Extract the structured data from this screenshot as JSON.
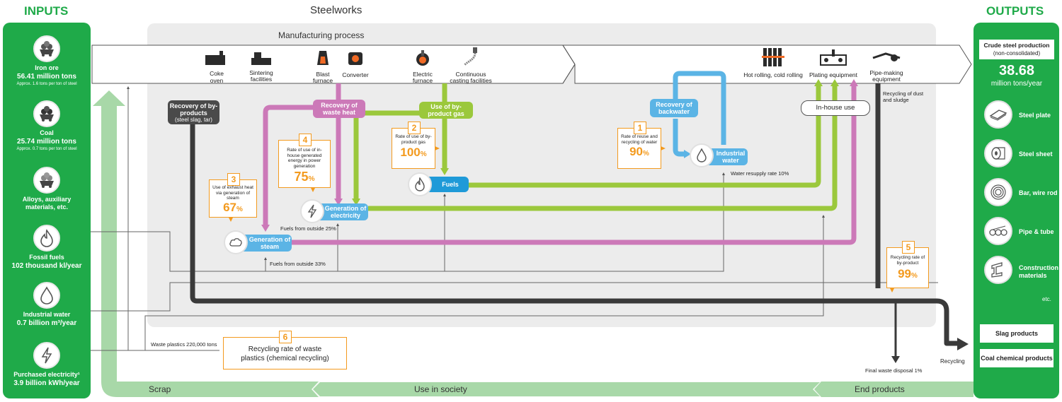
{
  "headers": {
    "inputs": "INPUTS",
    "steelworks": "Steelworks",
    "outputs": "OUTPUTS",
    "manufacturing": "Manufacturing process"
  },
  "inputs": [
    {
      "name": "Iron ore",
      "value": "56.41 million tons",
      "sub": "Approx. 1.6 tons per ton of steel",
      "icon": "iron-ore-icon"
    },
    {
      "name": "Coal",
      "value": "25.74 million tons",
      "sub": "Approx. 0.7 tons per ton of steel",
      "icon": "coal-icon"
    },
    {
      "name": "Alloys, auxiliary materials, etc.",
      "value": "",
      "sub": "",
      "icon": "alloys-icon"
    },
    {
      "name": "Fossil fuels",
      "value": "102 thousand kl/year",
      "sub": "",
      "icon": "flame-icon"
    },
    {
      "name": "Industrial water",
      "value": "0.7 billion m³/year",
      "sub": "",
      "icon": "water-drop-icon"
    },
    {
      "name": "Purchased electricity¹",
      "value": "3.9 billion kWh/year",
      "sub": "",
      "icon": "lightning-icon"
    }
  ],
  "process_steps": [
    {
      "label": "Coke oven",
      "icon": "coke-oven-icon"
    },
    {
      "label": "Sintering facilities",
      "icon": "sintering-icon"
    },
    {
      "label": "Blast furnace",
      "icon": "blast-furnace-icon"
    },
    {
      "label": "Converter",
      "icon": "converter-icon"
    },
    {
      "label": "Electric furnace",
      "icon": "electric-furnace-icon"
    },
    {
      "label": "Continuous casting facilities",
      "icon": "continuous-casting-icon"
    },
    {
      "label": "Hot rolling, cold rolling",
      "icon": "rolling-icon"
    },
    {
      "label": "Plating equipment",
      "icon": "plating-icon"
    },
    {
      "label": "Pipe-making equipment",
      "icon": "pipe-making-icon"
    }
  ],
  "nodes": {
    "recovery_byproducts": {
      "title": "Recovery of by-products",
      "sub": "(steel slag, tar)"
    },
    "recovery_waste_heat": "Recovery of waste heat",
    "use_byproduct_gas": "Use of by-product gas",
    "recovery_backwater": "Recovery of backwater",
    "industrial_water": "Industrial water",
    "fuels": "Fuels",
    "generation_electricity": "Generation of electricity",
    "generation_steam": "Generation of steam",
    "in_house_use": "In-house use"
  },
  "metrics": [
    {
      "num": "1",
      "text": "Rate of reuse and recycling of water",
      "value": "90",
      "unit": "%"
    },
    {
      "num": "2",
      "text": "Rate of use of by-product gas",
      "value": "100",
      "unit": "%"
    },
    {
      "num": "3",
      "text": "Use of exhaust heat via generation of steam",
      "value": "67",
      "unit": "%"
    },
    {
      "num": "4",
      "text": "Rate of use of in-house generated energy in power generation",
      "value": "75",
      "unit": "%"
    },
    {
      "num": "5",
      "text": "Recycling rate of by-product",
      "value": "99",
      "unit": "%"
    },
    {
      "num": "6",
      "text": "Recycling rate of waste plastics (chemical recycling)",
      "value": "",
      "unit": ""
    }
  ],
  "notes": {
    "water_resupply": "Water resupply rate 10%",
    "fuels_outside_25": "Fuels from outside 25%",
    "fuels_outside_33": "Fuels from outside 33%",
    "waste_plastics": "Waste plastics 220,000 tons",
    "recycling_dust": "Recycling of dust and sludge",
    "final_waste": "Final waste disposal 1%",
    "recycling": "Recycling"
  },
  "bottom": {
    "scrap": "Scrap",
    "use_in_society": "Use in society",
    "end_products": "End products"
  },
  "outputs": {
    "title": "Crude steel production",
    "subtitle": "(non-consolidated)",
    "value": "38.68",
    "unit": "million tons/year",
    "products": [
      {
        "label": "Steel plate",
        "icon": "steel-plate-icon"
      },
      {
        "label": "Steel sheet",
        "icon": "steel-sheet-icon"
      },
      {
        "label": "Bar, wire rod",
        "icon": "wire-rod-icon"
      },
      {
        "label": "Pipe & tube",
        "icon": "pipe-tube-icon"
      },
      {
        "label": "Construction materials",
        "icon": "construction-materials-icon"
      }
    ],
    "etc": "etc.",
    "slag": "Slag products",
    "coal_chemical": "Coal chemical products"
  },
  "colors": {
    "green": "#1faa49",
    "lightgreen": "#a8d8a8",
    "pink": "#cc79b8",
    "lime": "#9bc83c",
    "blue": "#5bb4e5",
    "orange": "#f39a1e",
    "dark": "#3a3a3a",
    "gray_bg": "#ececec"
  }
}
